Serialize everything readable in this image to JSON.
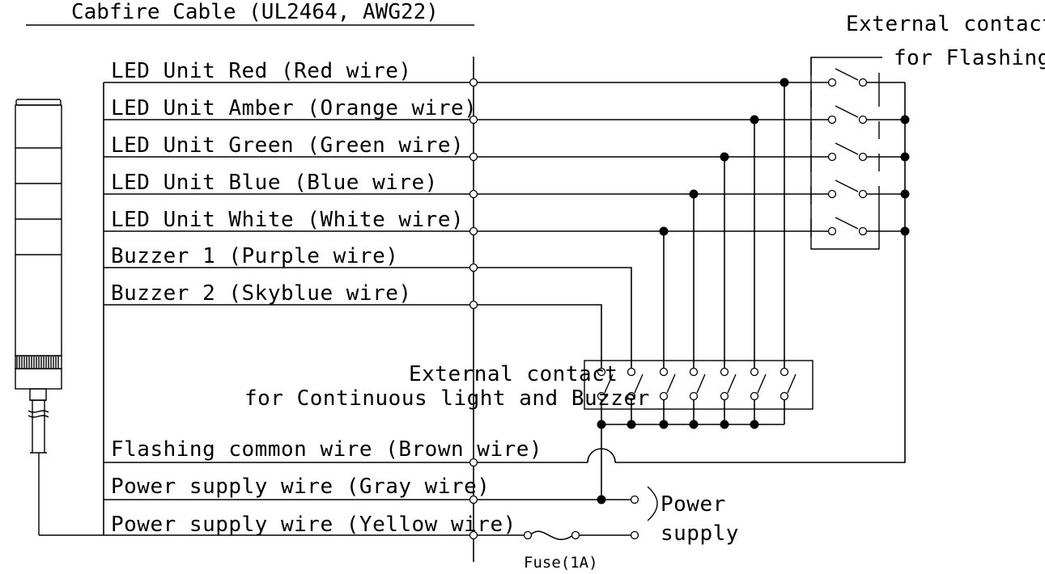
{
  "cable_title": "Cabfire Cable (UL2464, AWG22)",
  "wires": [
    "LED Unit Red (Red wire)",
    "LED Unit Amber (Orange wire)",
    "LED Unit Green (Green wire)",
    "LED Unit Blue (Blue wire)",
    "LED Unit White (White wire)",
    "Buzzer 1 (Purple wire)",
    "Buzzer 2 (Skyblue wire)",
    "Flashing common wire (Brown wire)",
    "Power supply wire (Gray wire)",
    "Power supply wire (Yellow wire)"
  ],
  "flashing_contact": {
    "line1": "External contact",
    "line2": "for Flashing"
  },
  "continuous_contact": {
    "line1": "External contact",
    "line2": "for Continuous light and Buzzer"
  },
  "power_supply": {
    "line1": "Power",
    "line2": "supply"
  },
  "fuse": "Fuse(1A)"
}
